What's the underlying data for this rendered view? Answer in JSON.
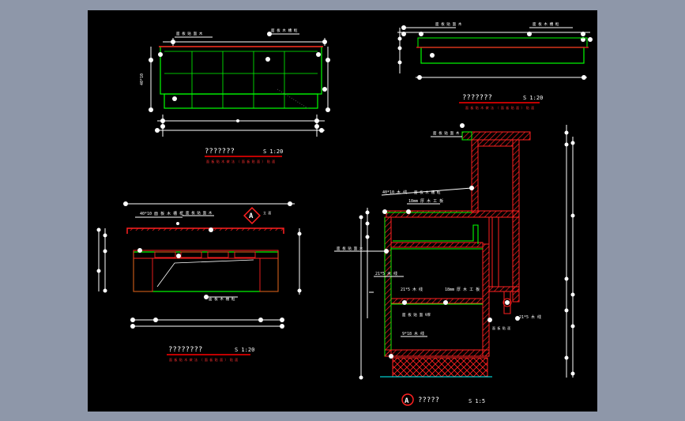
{
  "colors": {
    "outer_background": "#8e97a9",
    "canvas_background": "#000000",
    "outline": "#00ff00",
    "dimension": "#ffffff",
    "title_line": "#ff0000",
    "hatch": "#ff2020",
    "text": "#ffffff"
  },
  "plan_top_left": {
    "note_left": "面 板 贴 面 木",
    "note_right": "面 板 木 槽 框",
    "title": "???????",
    "scale": "S 1:20",
    "subtitle": "面 板 贴 木 做 法 （ 面 板 贴 面 ） 贴 面"
  },
  "plan_top_right": {
    "note_left": "面 板 贴 面 木",
    "note_right": "面 板 木 槽 框",
    "title": "???????",
    "scale": "S 1:20",
    "subtitle": "面 板 贴 木 做 法 （ 面 板 贴 面 ） 贴 面"
  },
  "elevation_left": {
    "note_1": "40*10 面 板 木 槽 框",
    "note_2": "面 板 贴 面 木",
    "marker": "A",
    "marker_ref": "立 面",
    "note_bottom": "面 板 木 槽 框",
    "title": "????????",
    "scale": "S 1:20",
    "subtitle": "面 板 贴 木 做 法 （ 面 板 贴 面 ） 贴 面"
  },
  "section_right": {
    "note_top": "面 板 贴 面 木",
    "note_40x10": "40*10 木 线",
    "note_board": "面 板 木 槽 框",
    "note_18mm_top": "18mm 厚 木 工 板",
    "note_left_mid": "面 板 贴 面 木",
    "note_21_top": "21*5 木 线",
    "note_21_mid": "21*5 木 线",
    "note_18mm_mid": "18mm 厚 木 工 板",
    "note_fold": "面 板 贴 面 9厚",
    "note_9x18": "9*18 木 线",
    "note_21_right": "21*5 木 线",
    "note_right_small": "面 板 贴 面",
    "marker": "A",
    "title": "?????",
    "scale": "S 1:5"
  }
}
